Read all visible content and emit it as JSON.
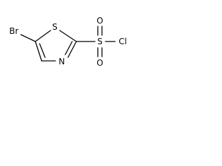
{
  "structure": {
    "atoms": {
      "bromine": "Br",
      "ring_sulfur": "S",
      "ring_nitrogen": "N",
      "sulfonyl_sulfur": "S",
      "oxygen_top": "O",
      "oxygen_bottom": "O",
      "chlorine": "Cl"
    }
  }
}
